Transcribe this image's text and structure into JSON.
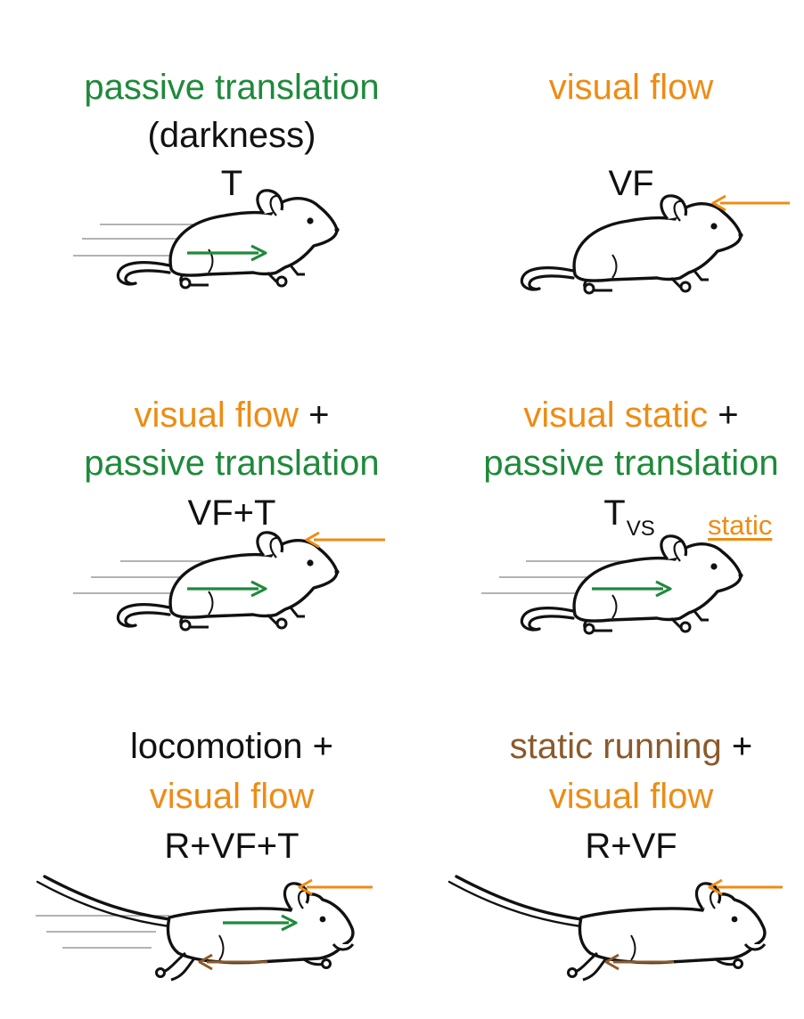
{
  "colors": {
    "translation": "#1e8a3a",
    "visual_flow": "#ee8c14",
    "running": "#8b5a2b",
    "text": "#111111"
  },
  "panels": [
    {
      "id": "T",
      "line1": [
        {
          "text": "passive translation",
          "color": "green"
        }
      ],
      "line2": [
        {
          "text": "(darkness)",
          "color": "black"
        }
      ],
      "code": "T",
      "icons": [
        "mouse-icon",
        "motion-lines-icon",
        "green-arrow-right-icon"
      ]
    },
    {
      "id": "VF",
      "line1": [
        {
          "text": "visual flow",
          "color": "orange"
        }
      ],
      "line2": [],
      "code": "VF",
      "icons": [
        "mouse-icon",
        "orange-arrow-left-icon"
      ]
    },
    {
      "id": "VF+T",
      "line1": [
        {
          "text": "visual flow",
          "color": "orange"
        },
        {
          "text": " +",
          "color": "black"
        }
      ],
      "line2": [
        {
          "text": "passive translation",
          "color": "green"
        }
      ],
      "code": "VF+T",
      "icons": [
        "mouse-icon",
        "motion-lines-icon",
        "green-arrow-right-icon",
        "orange-arrow-left-icon"
      ]
    },
    {
      "id": "Tvs",
      "line1": [
        {
          "text": "visual static",
          "color": "orange"
        },
        {
          "text": " +",
          "color": "black"
        }
      ],
      "line2": [
        {
          "text": "passive translation",
          "color": "green"
        }
      ],
      "code": "T",
      "code_sub": "VS",
      "side_label": "static",
      "icons": [
        "mouse-icon",
        "motion-lines-icon",
        "green-arrow-right-icon"
      ]
    },
    {
      "id": "R+VF+T",
      "line1": [
        {
          "text": "locomotion +",
          "color": "black"
        }
      ],
      "line2": [
        {
          "text": "visual flow",
          "color": "orange"
        }
      ],
      "code": "R+VF+T",
      "icons": [
        "running-mouse-icon",
        "motion-lines-icon",
        "green-arrow-right-icon",
        "orange-arrow-left-icon",
        "brown-arrow-left-icon"
      ]
    },
    {
      "id": "R+VF",
      "line1": [
        {
          "text": "static running",
          "color": "brown"
        },
        {
          "text": " +",
          "color": "black"
        }
      ],
      "line2": [
        {
          "text": "visual flow",
          "color": "orange"
        }
      ],
      "code": "R+VF",
      "icons": [
        "running-mouse-icon",
        "orange-arrow-left-icon",
        "brown-arrow-left-icon"
      ]
    }
  ]
}
